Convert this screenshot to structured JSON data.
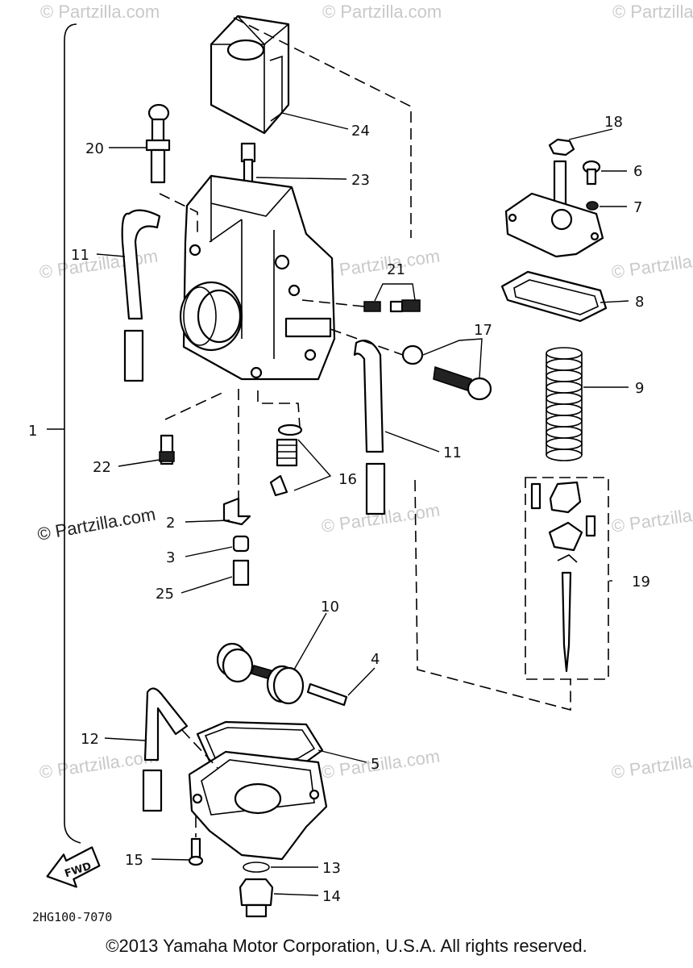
{
  "watermark": "© Partzilla.com",
  "diagram_code": "2HG100-7070",
  "fwd_label": "FWD",
  "copyright": "©2013 Yamaha Motor Corporation, U.S.A. All rights reserved.",
  "callouts": {
    "c1": "1",
    "c2": "2",
    "c3": "3",
    "c4": "4",
    "c5": "5",
    "c6": "6",
    "c7": "7",
    "c8": "8",
    "c9": "9",
    "c10": "10",
    "c11a": "11",
    "c11b": "11",
    "c12": "12",
    "c13": "13",
    "c14": "14",
    "c15": "15",
    "c16": "16",
    "c17": "17",
    "c18": "18",
    "c19": "19",
    "c20": "20",
    "c21": "21",
    "c22": "22",
    "c23": "23",
    "c24": "24",
    "c25": "25"
  }
}
